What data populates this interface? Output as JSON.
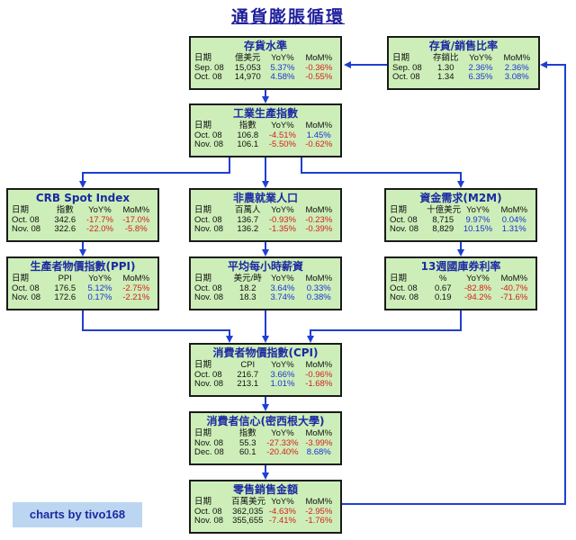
{
  "title": "通貨膨脹循環",
  "credit": "charts by tivo168",
  "colors": {
    "box_fill": "#cdeeb8",
    "title_text": "#1c2aa0",
    "positive": "#1a33d6",
    "negative": "#d42020",
    "arrow": "#1f3fd0"
  },
  "boxes": {
    "inventory": {
      "title": "存貨水準",
      "header": [
        "日期",
        "億美元",
        "YoY%",
        "MoM%"
      ],
      "rows": [
        [
          "Sep. 08",
          "15,053",
          "5.37%",
          "-0.36%"
        ],
        [
          "Oct. 08",
          "14,970",
          "4.58%",
          "-0.55%"
        ]
      ]
    },
    "ratio": {
      "title": "存貨/銷售比率",
      "header": [
        "日期",
        "存銷比",
        "YoY%",
        "MoM%"
      ],
      "rows": [
        [
          "Sep. 08",
          "1.30",
          "2.36%",
          "2.36%"
        ],
        [
          "Oct. 08",
          "1.34",
          "6.35%",
          "3.08%"
        ]
      ]
    },
    "industrial": {
      "title": "工業生產指數",
      "header": [
        "日期",
        "指數",
        "YoY%",
        "MoM%"
      ],
      "rows": [
        [
          "Oct. 08",
          "106.8",
          "-4.51%",
          "1.45%"
        ],
        [
          "Nov. 08",
          "106.1",
          "-5.50%",
          "-0.62%"
        ]
      ]
    },
    "crb": {
      "title": "CRB Spot Index",
      "header": [
        "日期",
        "指數",
        "YoY%",
        "MoM%"
      ],
      "rows": [
        [
          "Oct. 08",
          "342.6",
          "-17.7%",
          "-17.0%"
        ],
        [
          "Nov. 08",
          "322.6",
          "-22.0%",
          "-5.8%"
        ]
      ]
    },
    "nonfarm": {
      "title": "非農就業人口",
      "header": [
        "日期",
        "百萬人",
        "YoY%",
        "MoM%"
      ],
      "rows": [
        [
          "Oct. 08",
          "136.7",
          "-0.93%",
          "-0.23%"
        ],
        [
          "Nov. 08",
          "136.2",
          "-1.35%",
          "-0.39%"
        ]
      ]
    },
    "m2m": {
      "title": "資金需求(M2M)",
      "header": [
        "日期",
        "十億美元",
        "YoY%",
        "MoM%"
      ],
      "rows": [
        [
          "Oct. 08",
          "8,715",
          "9.97%",
          "0.04%"
        ],
        [
          "Nov. 08",
          "8,829",
          "10.15%",
          "1.31%"
        ]
      ]
    },
    "ppi": {
      "title": "生產者物價指數(PPI)",
      "header": [
        "日期",
        "PPI",
        "YoY%",
        "MoM%"
      ],
      "rows": [
        [
          "Oct. 08",
          "176.5",
          "5.12%",
          "-2.75%"
        ],
        [
          "Nov. 08",
          "172.6",
          "0.17%",
          "-2.21%"
        ]
      ]
    },
    "wage": {
      "title": "平均每小時薪資",
      "header": [
        "日期",
        "美元/時",
        "YoY%",
        "MoM%"
      ],
      "rows": [
        [
          "Oct. 08",
          "18.2",
          "3.64%",
          "0.33%"
        ],
        [
          "Nov. 08",
          "18.3",
          "3.74%",
          "0.38%"
        ]
      ]
    },
    "tbill": {
      "title": "13週國庫券利率",
      "header": [
        "日期",
        "%",
        "YoY%",
        "MoM%"
      ],
      "rows": [
        [
          "Oct. 08",
          "0.67",
          "-82.8%",
          "-40.7%"
        ],
        [
          "Nov. 08",
          "0.19",
          "-94.2%",
          "-71.6%"
        ]
      ]
    },
    "cpi": {
      "title": "消費者物價指數(CPI)",
      "header": [
        "日期",
        "CPI",
        "YoY%",
        "MoM%"
      ],
      "rows": [
        [
          "Oct. 08",
          "216.7",
          "3.66%",
          "-0.96%"
        ],
        [
          "Nov. 08",
          "213.1",
          "1.01%",
          "-1.68%"
        ]
      ]
    },
    "confidence": {
      "title": "消費者信心(密西根大學)",
      "header": [
        "日期",
        "指數",
        "YoY%",
        "MoM%"
      ],
      "rows": [
        [
          "Nov. 08",
          "55.3",
          "-27.33%",
          "-3.99%"
        ],
        [
          "Dec. 08",
          "60.1",
          "-20.40%",
          "8.68%"
        ]
      ]
    },
    "retail": {
      "title": "零售銷售金額",
      "header": [
        "日期",
        "百萬美元",
        "YoY%",
        "MoM%"
      ],
      "rows": [
        [
          "Oct. 08",
          "362,035",
          "-4.63%",
          "-2.95%"
        ],
        [
          "Nov. 08",
          "355,655",
          "-7.41%",
          "-1.76%"
        ]
      ]
    }
  }
}
